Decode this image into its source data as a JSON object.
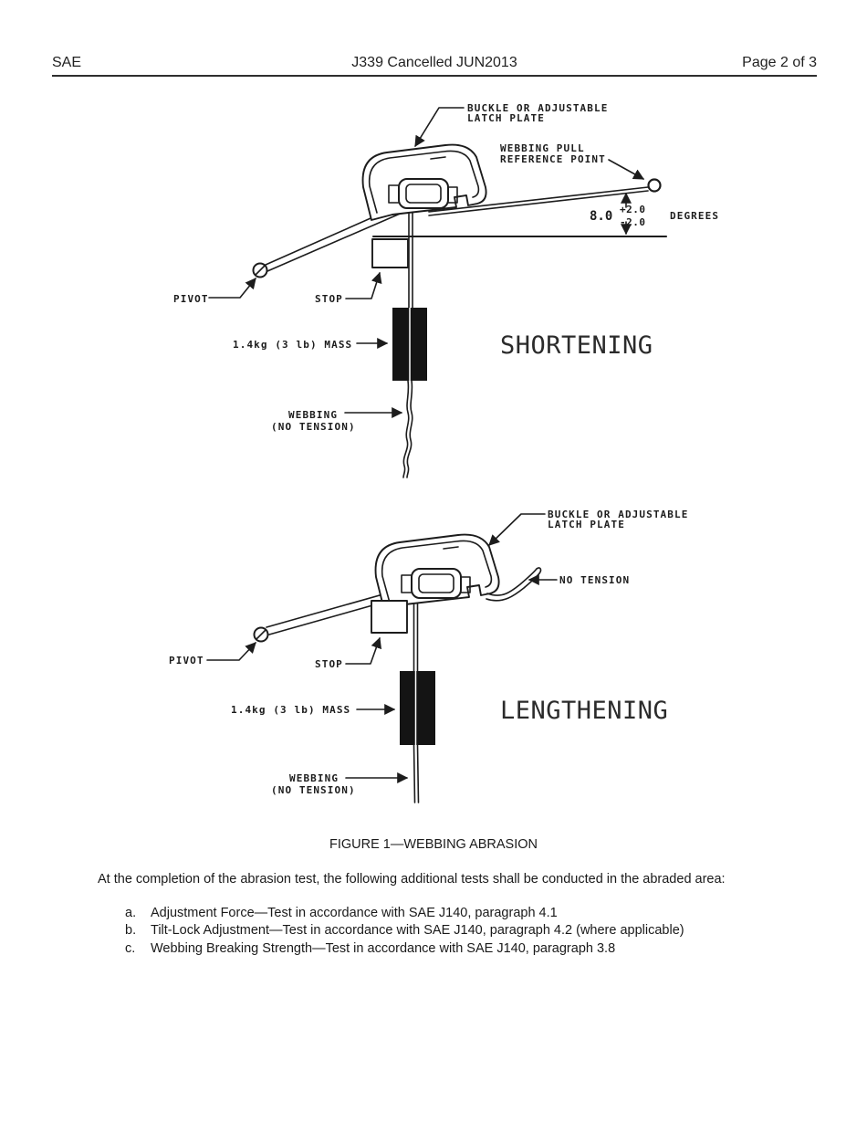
{
  "header": {
    "left": "SAE",
    "center": "J339 Cancelled JUN2013",
    "right": "Page 2 of 3"
  },
  "figure": {
    "caption": "FIGURE 1—WEBBING ABRASION",
    "shortening": {
      "title": "SHORTENING",
      "labels": {
        "buckle_line1": "BUCKLE OR ADJUSTABLE",
        "buckle_line2": "LATCH PLATE",
        "webbing_pull_line1": "WEBBING PULL",
        "webbing_pull_line2": "REFERENCE POINT",
        "angle_value": "8.0",
        "angle_plus": "+2.0",
        "angle_minus": "-2.0",
        "angle_unit": "DEGREES",
        "pivot": "PIVOT",
        "stop": "STOP",
        "mass": "1.4kg (3 lb) MASS",
        "webbing_line1": "WEBBING",
        "webbing_line2": "(NO TENSION)"
      }
    },
    "lengthening": {
      "title": "LENGTHENING",
      "labels": {
        "buckle_line1": "BUCKLE OR ADJUSTABLE",
        "buckle_line2": "LATCH PLATE",
        "no_tension": "NO TENSION",
        "pivot": "PIVOT",
        "stop": "STOP",
        "mass": "1.4kg (3 lb) MASS",
        "webbing_line1": "WEBBING",
        "webbing_line2": "(NO TENSION)"
      }
    }
  },
  "body": {
    "intro": "At the completion of the abrasion test, the following additional tests shall be conducted in the abraded area:",
    "list": [
      {
        "marker": "a.",
        "text": "Adjustment Force—Test in accordance with SAE J140, paragraph 4.1"
      },
      {
        "marker": "b.",
        "text": "Tilt-Lock Adjustment—Test in accordance with SAE J140, paragraph 4.2 (where applicable)"
      },
      {
        "marker": "c.",
        "text": "Webbing Breaking Strength—Test in accordance with SAE J140, paragraph 3.8"
      }
    ]
  }
}
